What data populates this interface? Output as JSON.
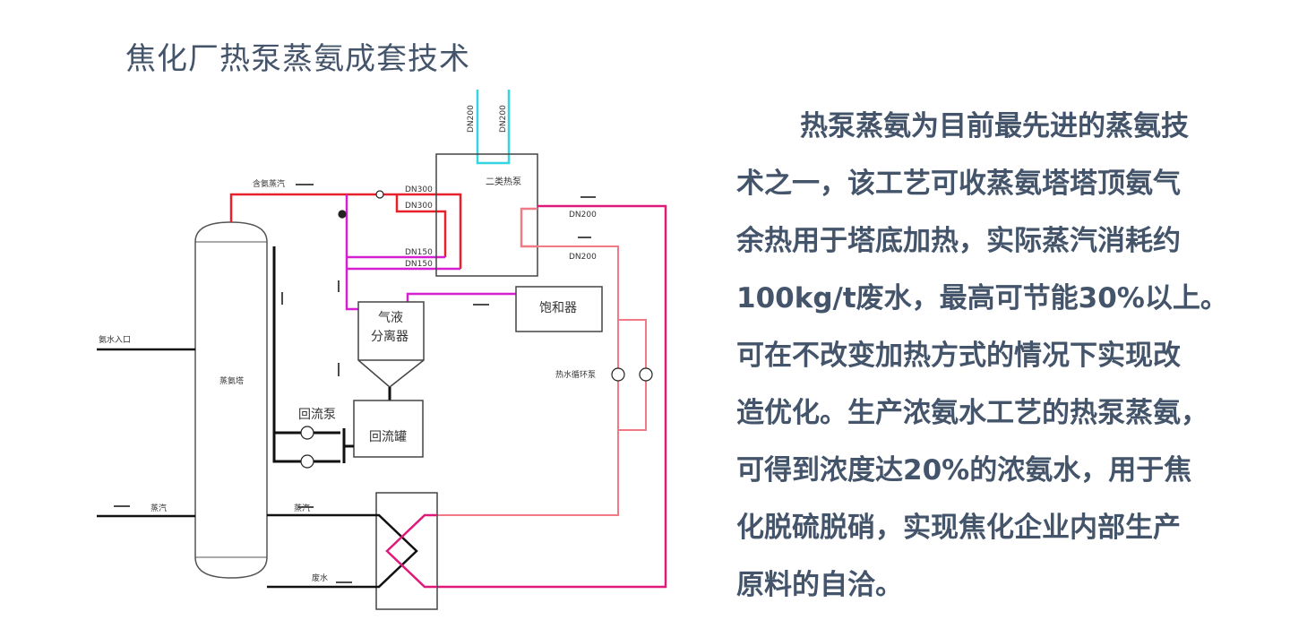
{
  "title": "焦化厂热泵蒸氨成套技术",
  "diagram": {
    "labels": {
      "ammonia_steam": "含氨蒸汽",
      "heat_pump": "二类热泵",
      "dn300_a": "DN300",
      "dn300_b": "DN300",
      "dn150_a": "DN150",
      "dn150_b": "DN150",
      "dn200_out": "DN200",
      "dn200_in": "DN200",
      "dn200_top_a": "DN200",
      "dn200_top_b": "DN200",
      "ammonia_water_inlet": "氨水入口",
      "stripping_column": "蒸氨塔",
      "steam_in": "蒸汽",
      "steam_return": "蒸汽",
      "waste_water": "废水",
      "separator": [
        "气液",
        "分离器"
      ],
      "reflux_tank": "回流罐",
      "reflux_pump": "回流泵",
      "saturator": "饱和器",
      "hot_water_pump": "热水循环泵"
    },
    "colors": {
      "steam": "#e8202a",
      "vapor": "#d61fd0",
      "cooling": "#33d6e0",
      "hot_water": "#f07a86",
      "hot_water_main": "#e0187a",
      "process": "#111111"
    }
  },
  "body_lines": [
    "热泵蒸氨为目前最先进的蒸氨技",
    "术之一，该工艺可收蒸氨塔塔顶氨气",
    "余热用于塔底加热，实际蒸汽消耗约",
    "100kg/t废水，最高可节能30%以上。",
    "可在不改变加热方式的情况下实现改",
    "造优化。生产浓氨水工艺的热泵蒸氨，",
    "可得到浓度达20%的浓氨水，用于焦",
    "化脱硫脱硝，实现焦化企业内部生产",
    "原料的自洽。"
  ]
}
